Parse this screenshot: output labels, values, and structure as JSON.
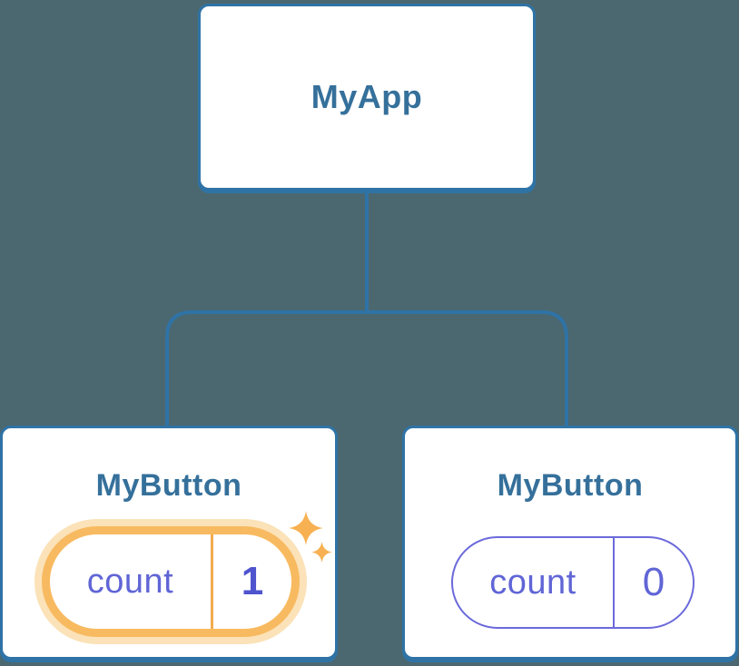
{
  "diagram": {
    "title_hint": "React component tree with state",
    "background_color": "#4B6870",
    "line_color": "#2F73A6",
    "card_border_color": "#2F73A6",
    "title_text_color": "#35709B",
    "root": {
      "label": "MyApp"
    },
    "children": [
      {
        "label": "MyButton",
        "badge": {
          "key": "count",
          "value": "1"
        },
        "highlighted": true,
        "highlight_ring_color": "#F8BA60",
        "highlight_halo_color": "#FBE2B8",
        "sparkle_color": "#F7B152",
        "value_text_color": "#4E53CE"
      },
      {
        "label": "MyButton",
        "badge": {
          "key": "count",
          "value": "0"
        },
        "highlighted": false,
        "badge_border_color": "#6B6ADB",
        "value_text_color": "#6065D6"
      }
    ],
    "badge_key_text_color": "#6065D6"
  }
}
